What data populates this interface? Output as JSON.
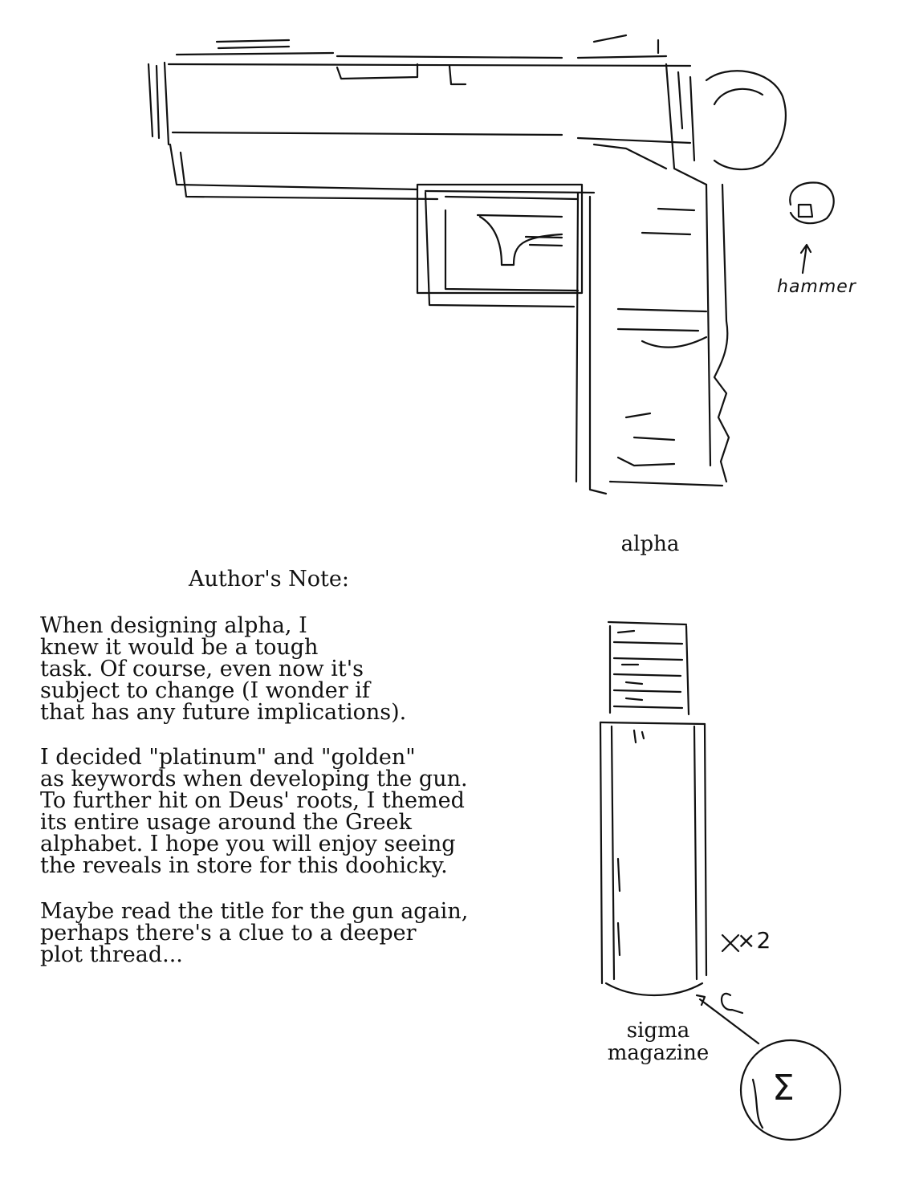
{
  "labels": {
    "hammer": "hammer",
    "alpha": "alpha",
    "multiplier": "×2",
    "sigma_caption": "sigma\nmagazine",
    "sigma_symbol": "Σ"
  },
  "note": {
    "title": "Author's Note:",
    "paragraphs": [
      "When designing alpha, I\nknew it would be a tough\ntask. Of course, even now it's\nsubject to change (I wonder if\nthat has any future implications).",
      "I decided \"platinum\" and \"golden\"\nas keywords when developing the gun.\nTo further hit on Deus' roots, I themed\nits entire usage around the Greek\nalphabet. I hope you will enjoy seeing\nthe reveals in store for this doohicky.",
      "Maybe read the title for the gun again,\nperhaps there's a clue to a deeper\nplot thread..."
    ]
  }
}
